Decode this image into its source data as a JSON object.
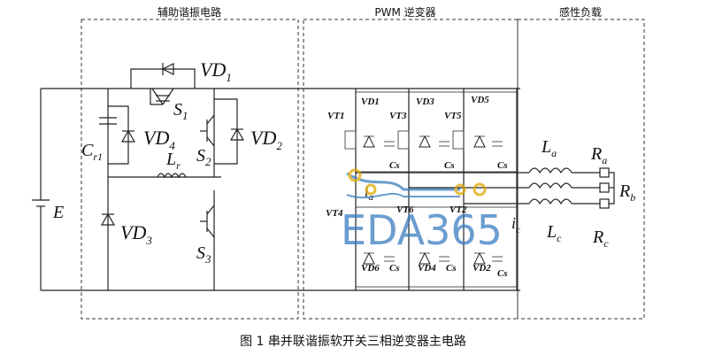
{
  "sections": {
    "auxiliary": "辅助谐振电路",
    "inverter": "PWM 逆变器",
    "load": "感性负载"
  },
  "aux_labels": {
    "vd1": "VD",
    "vd1_sub": "1",
    "s1": "S",
    "s1_sub": "1",
    "cr1": "C",
    "cr1_sub": "r1",
    "vd4": "VD",
    "vd4_sub": "4",
    "s2": "S",
    "s2_sub": "2",
    "vd2": "VD",
    "vd2_sub": "2",
    "lr": "L",
    "lr_sub": "r",
    "e": "E",
    "vd3": "VD",
    "vd3_sub": "3",
    "s3": "S",
    "s3_sub": "3"
  },
  "inverter_labels": {
    "vt1": "VT1",
    "vd_1": "VD1",
    "vt3": "VT3",
    "vd_3": "VD3",
    "vt5": "VT5",
    "vd_5": "VD5",
    "cs1": "Cs",
    "cs2": "Cs",
    "cs3": "Cs",
    "vt4": "VT4",
    "vt6": "VT6",
    "vt2": "VT2",
    "vd_6": "VD6",
    "vd_4": "VD4",
    "vd_2": "VD2",
    "cs4": "Cs",
    "cs5": "Cs",
    "cs6": "Cs",
    "ia": "i",
    "ia_sub": "a"
  },
  "load_labels": {
    "la": "L",
    "la_sub": "a",
    "ra": "R",
    "ra_sub": "a",
    "rb": "R",
    "rb_sub": "b",
    "lc": "L",
    "lc_sub": "c",
    "rc": "R",
    "rc_sub": "c",
    "ic": "i",
    "ic_sub": "c"
  },
  "watermark": "EDA365",
  "caption": "图 1 串并联谐振软开关三相逆变器主电路"
}
